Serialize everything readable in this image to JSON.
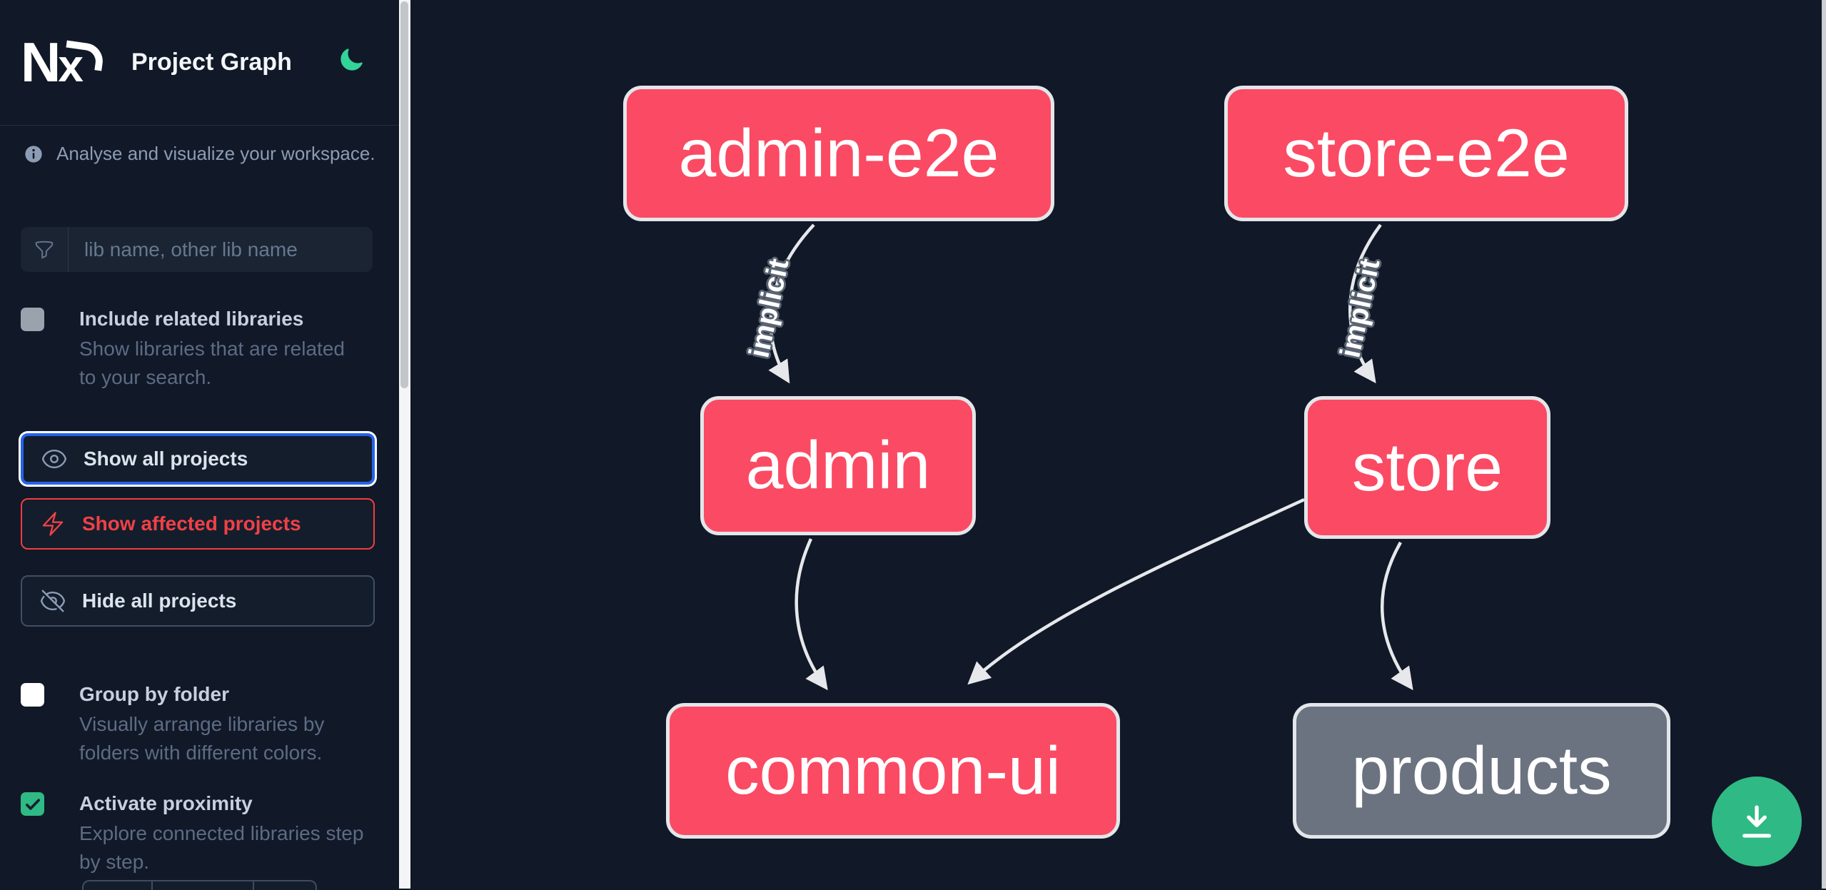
{
  "header": {
    "logo_text": "N",
    "title": "Project Graph"
  },
  "sidebar": {
    "info_text": "Analyse and visualize your workspace.",
    "search": {
      "placeholder": "lib name, other lib name",
      "icon": "funnel-icon"
    },
    "checkboxes": [
      {
        "label": "Include related libraries",
        "description": "Show libraries that are related to your search.",
        "checked": false,
        "style": "gray"
      },
      {
        "label": "Group by folder",
        "description": "Visually arrange libraries by folders with different colors.",
        "checked": false,
        "style": "white"
      },
      {
        "label": "Activate proximity",
        "description": "Explore connected libraries step by step.",
        "checked": true,
        "style": "green"
      }
    ],
    "buttons": [
      {
        "label": "Show all projects",
        "icon": "eye-icon",
        "variant": "focused-blue"
      },
      {
        "label": "Show affected projects",
        "icon": "bolt-icon",
        "variant": "red"
      },
      {
        "label": "Hide all projects",
        "icon": "eye-slash-icon",
        "variant": "default"
      }
    ]
  },
  "graph": {
    "nodes": [
      {
        "id": "admin-e2e",
        "label": "admin-e2e",
        "kind": "highlighted"
      },
      {
        "id": "store-e2e",
        "label": "store-e2e",
        "kind": "highlighted"
      },
      {
        "id": "admin",
        "label": "admin",
        "kind": "highlighted"
      },
      {
        "id": "store",
        "label": "store",
        "kind": "highlighted"
      },
      {
        "id": "common-ui",
        "label": "common-ui",
        "kind": "highlighted"
      },
      {
        "id": "products",
        "label": "products",
        "kind": "muted"
      }
    ],
    "edges": [
      {
        "from": "admin-e2e",
        "to": "admin",
        "label": "implicit"
      },
      {
        "from": "store-e2e",
        "to": "store",
        "label": "implicit"
      },
      {
        "from": "admin",
        "to": "common-ui",
        "label": ""
      },
      {
        "from": "store",
        "to": "common-ui",
        "label": ""
      },
      {
        "from": "store",
        "to": "products",
        "label": ""
      }
    ]
  },
  "fab": {
    "icon": "download-icon"
  },
  "colors": {
    "background": "#111827",
    "node_highlighted": "#fb4a63",
    "node_muted": "#6b7280",
    "node_border": "#e3e6ea",
    "edge": "#e6e8eb",
    "accent_blue": "#2663eb",
    "accent_red": "#ef3e3e",
    "accent_green": "#2fb984",
    "moon_green": "#34d399"
  }
}
